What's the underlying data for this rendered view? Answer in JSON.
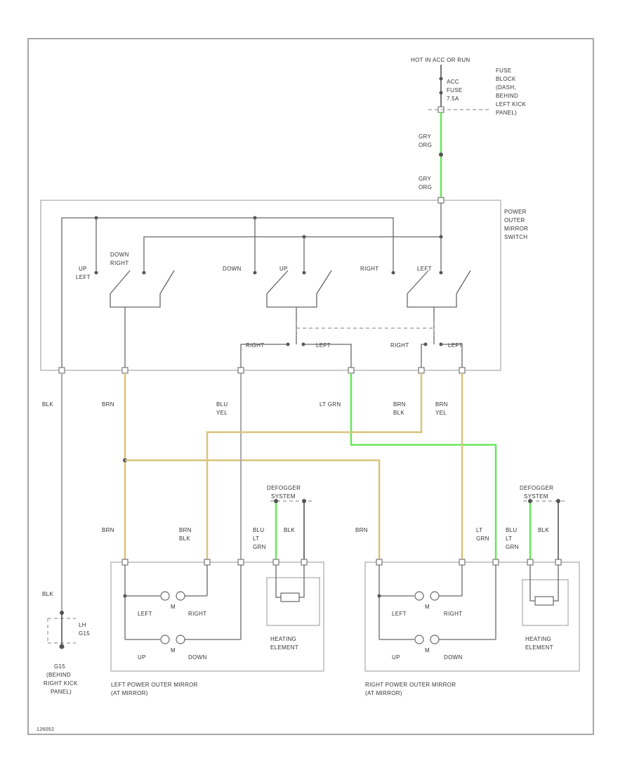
{
  "colors": {
    "wire_gray": "#a8a8a8",
    "wire_brn": "#d9c37a",
    "wire_ltgrn": "#66e85a",
    "border": "#b5b5b5"
  },
  "power": {
    "source": "HOT IN ACC OR RUN",
    "fuse_label": [
      "ACC",
      "FUSE",
      "7.5A"
    ],
    "fuse_block": [
      "FUSE",
      "BLOCK",
      "(DASH,",
      "BEHIND",
      "LEFT KICK",
      "PANEL)"
    ],
    "wire_upper": [
      "GRY",
      "ORG"
    ],
    "wire_lower": [
      "GRY",
      "ORG"
    ]
  },
  "switch": {
    "title": [
      "POWER",
      "OUTER",
      "MIRROR",
      "SWITCH"
    ],
    "left_group": {
      "up": "UP",
      "left": "LEFT",
      "down": "DOWN",
      "right": "RIGHT"
    },
    "mid_group": {
      "down": "DOWN",
      "up": "UP"
    },
    "right_group": {
      "right": "RIGHT",
      "left": "LEFT"
    },
    "selector": {
      "right_a": "RIGHT",
      "left_a": "LEFT",
      "right_b": "RIGHT",
      "left_b": "LEFT"
    }
  },
  "wires": {
    "blk": "BLK",
    "brn_top": "BRN",
    "blu_yel": [
      "BLU",
      "YEL"
    ],
    "lt_grn": "LT GRN",
    "brn_blk": [
      "BRN",
      "BLK"
    ],
    "brn_yel": [
      "BRN",
      "YEL"
    ],
    "left_brn": "BRN",
    "left_brn_blk": [
      "BRN",
      "BLK"
    ],
    "left_blu_ltgrn": [
      "BLU",
      "LT",
      "GRN"
    ],
    "left_blk": "BLK",
    "right_brn": "BRN",
    "right_ltgrn": [
      "LT",
      "GRN"
    ],
    "right_blu_ltgrn": [
      "BLU",
      "LT",
      "GRN"
    ],
    "right_blk": "BLK",
    "ground_blk": "BLK"
  },
  "defogger_left": [
    "DEFOGGER",
    "SYSTEM"
  ],
  "defogger_right": [
    "DEFOGGER",
    "SYSTEM"
  ],
  "mirror_left": {
    "motor_top": {
      "left": "LEFT",
      "right": "RIGHT",
      "m": "M"
    },
    "motor_bottom": {
      "up": "UP",
      "down": "DOWN",
      "m": "M"
    },
    "heater": [
      "HEATING",
      "ELEMENT"
    ],
    "caption": [
      "LEFT POWER OUTER MIRROR",
      "(AT MIRROR)"
    ]
  },
  "mirror_right": {
    "motor_top": {
      "left": "LEFT",
      "right": "RIGHT",
      "m": "M"
    },
    "motor_bottom": {
      "up": "UP",
      "down": "DOWN",
      "m": "M"
    },
    "heater": [
      "HEATING",
      "ELEMENT"
    ],
    "caption": [
      "RIGHT POWER OUTER MIRROR",
      "(AT MIRROR)"
    ]
  },
  "ground": {
    "code": [
      "LH",
      "G15"
    ],
    "location": [
      "G15",
      "(BEHIND",
      "RIGHT KICK",
      "PANEL)"
    ]
  },
  "footer_code": "126052"
}
